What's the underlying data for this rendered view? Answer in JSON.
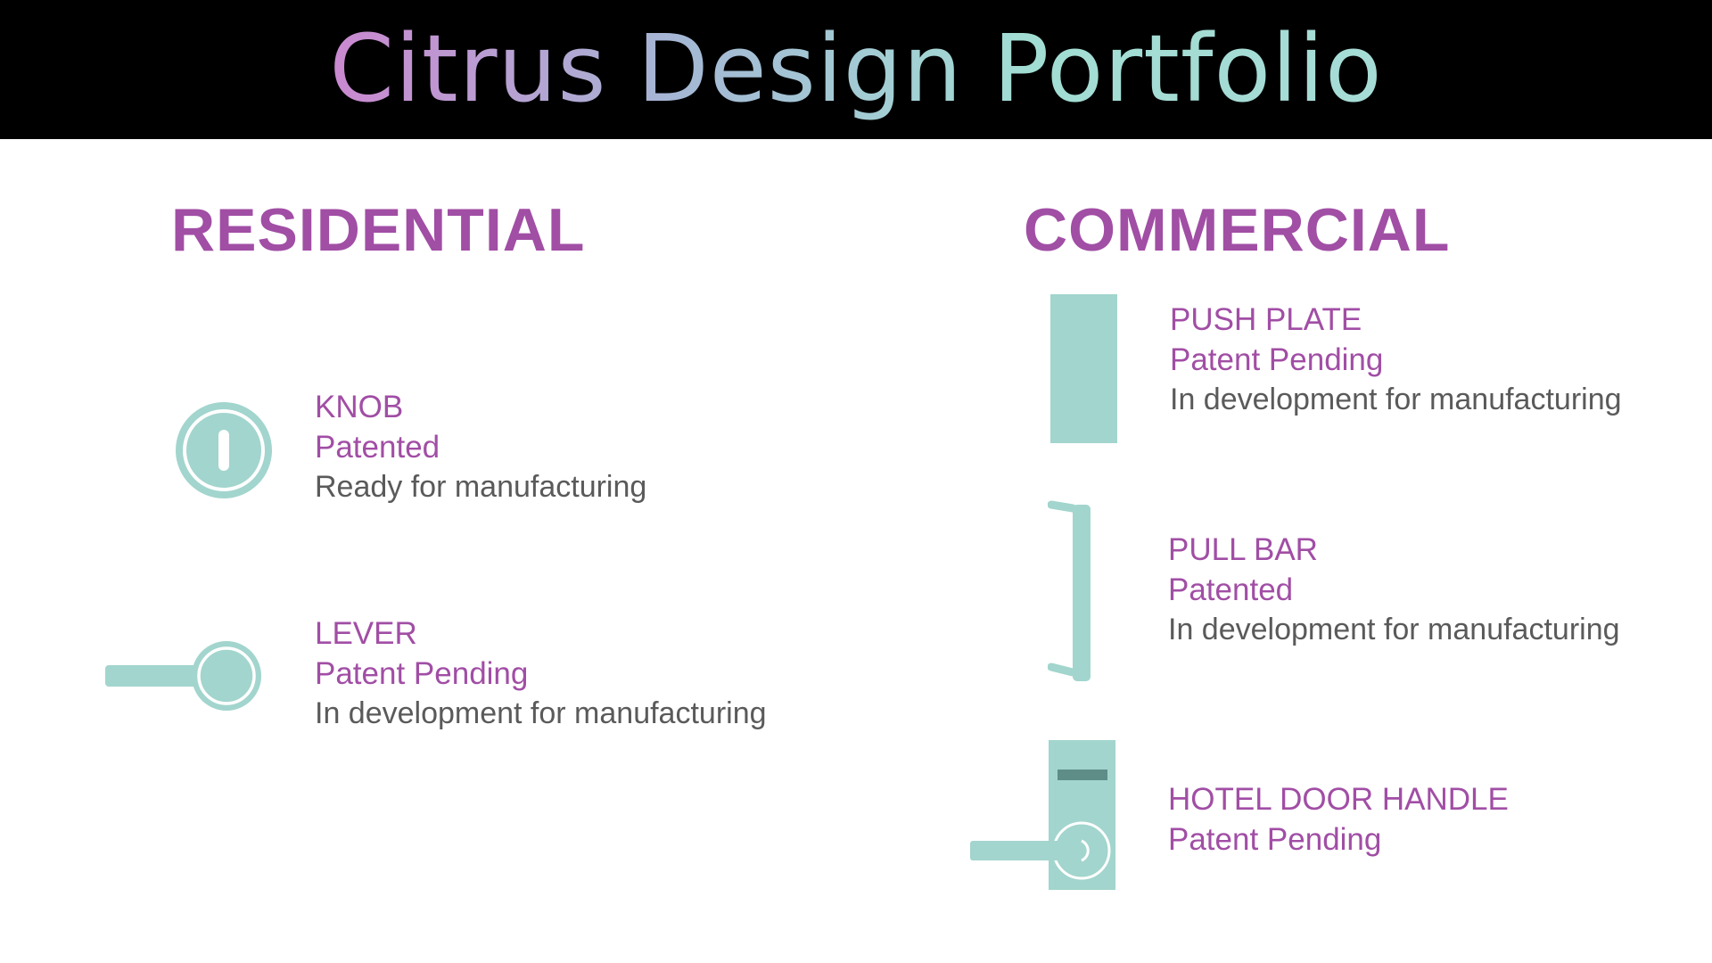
{
  "header": {
    "title": "Citrus Design Portfolio"
  },
  "colors": {
    "accent": "#a14ea5",
    "icon": "#a2d5cd",
    "icon_dark": "#5e8d87",
    "text_gray": "#5a5a5a",
    "header_bg": "#000000"
  },
  "residential": {
    "heading": "RESIDENTIAL",
    "items": [
      {
        "name": "KNOB",
        "status": "Patented",
        "note": "Ready for manufacturing",
        "icon": "knob-icon"
      },
      {
        "name": "LEVER",
        "status": "Patent Pending",
        "note": "In development for manufacturing",
        "icon": "lever-icon"
      }
    ]
  },
  "commercial": {
    "heading": "COMMERCIAL",
    "items": [
      {
        "name": "PUSH PLATE",
        "status": "Patent Pending",
        "note": "In development for manufacturing",
        "icon": "push-plate-icon"
      },
      {
        "name": "PULL BAR",
        "status": "Patented",
        "note": "In development for manufacturing",
        "icon": "pull-bar-icon"
      },
      {
        "name": "HOTEL DOOR HANDLE",
        "status": "Patent Pending",
        "icon": "hotel-door-handle-icon"
      }
    ]
  }
}
